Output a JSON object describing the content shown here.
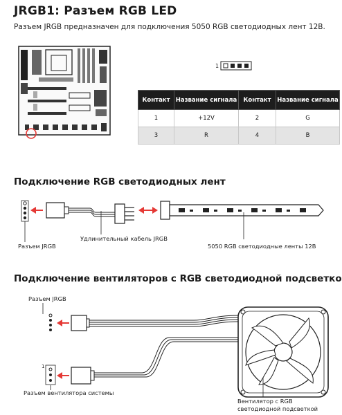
{
  "title": "JRGB1: Разъем RGB LED",
  "subtitle": "Разъем JRGB предназначен для подключения 5050 RGB светодиодных лент 12В.",
  "pin_header": {
    "pin1_label": "1"
  },
  "signal_table": {
    "headers": [
      "Контакт",
      "Название сигнала",
      "Контакт",
      "Название сигнала"
    ],
    "rows": [
      [
        "1",
        "+12V",
        "2",
        "G"
      ],
      [
        "3",
        "R",
        "4",
        "B"
      ]
    ]
  },
  "section_strip": {
    "heading": "Подключение RGB светодиодных лент",
    "jrgb_label": "Разъем JRGB",
    "cable_label": "Удлинительный кабель JRGB",
    "strip_label": "5050 RGB светодиодные ленты 12В"
  },
  "section_fan": {
    "heading": "Подключение вентиляторов с RGB светодиодной подсветкой",
    "jrgb_label": "Разъем JRGB",
    "sysfan_label": "Разъем вентилятора системы",
    "fan_label_line1": "Вентилятор с RGB",
    "fan_label_line2": "светодиодной подсветкой"
  },
  "colors": {
    "accent_red": "#e53935",
    "header_dark": "#1d1d1d",
    "table_alt": "#e4e4e4"
  }
}
